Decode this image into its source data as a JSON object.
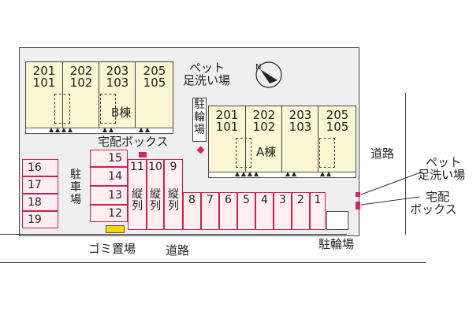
{
  "buildings": {
    "b": {
      "name": "B棟",
      "units": [
        [
          "201",
          "101"
        ],
        [
          "202",
          "102"
        ],
        [
          "203",
          "103"
        ],
        [
          "205",
          "105"
        ]
      ]
    },
    "a": {
      "name": "A棟",
      "units": [
        [
          "201",
          "101"
        ],
        [
          "202",
          "102"
        ],
        [
          "203",
          "103"
        ],
        [
          "205",
          "105"
        ]
      ]
    }
  },
  "labels": {
    "pet_top": "ペット",
    "pet_top2": "足洗い場",
    "bike_left": [
      "駐",
      "輪",
      "場"
    ],
    "delivery_center": "宅配ボックス",
    "road_right": "道路",
    "pet_right": "ペット",
    "pet_right2": "足洗い場",
    "delivery_right": "宅配",
    "delivery_right2": "ボックス",
    "parking_vertical": [
      "駐",
      "車",
      "場"
    ],
    "garbage": "ゴミ置場",
    "road_bottom": "道路",
    "bike_bottom": "駐輪場"
  },
  "parking": {
    "left_col": [
      "16",
      "17",
      "18",
      "19"
    ],
    "mid_col": [
      "15",
      "14",
      "13",
      "12"
    ],
    "vertical": [
      {
        "num": "11",
        "sub": [
          "縦",
          "列"
        ]
      },
      {
        "num": "10",
        "sub": [
          "縦",
          "列"
        ]
      },
      {
        "num": "9",
        "sub": [
          "縦",
          "列"
        ]
      }
    ],
    "bottom_row": [
      "8",
      "7",
      "6",
      "5",
      "4",
      "3",
      "2",
      "1"
    ]
  },
  "colors": {
    "building": "#fbf7d2",
    "parking_border": "#d0204a",
    "marker": "#d8245a",
    "garbage": "#ffd600"
  }
}
